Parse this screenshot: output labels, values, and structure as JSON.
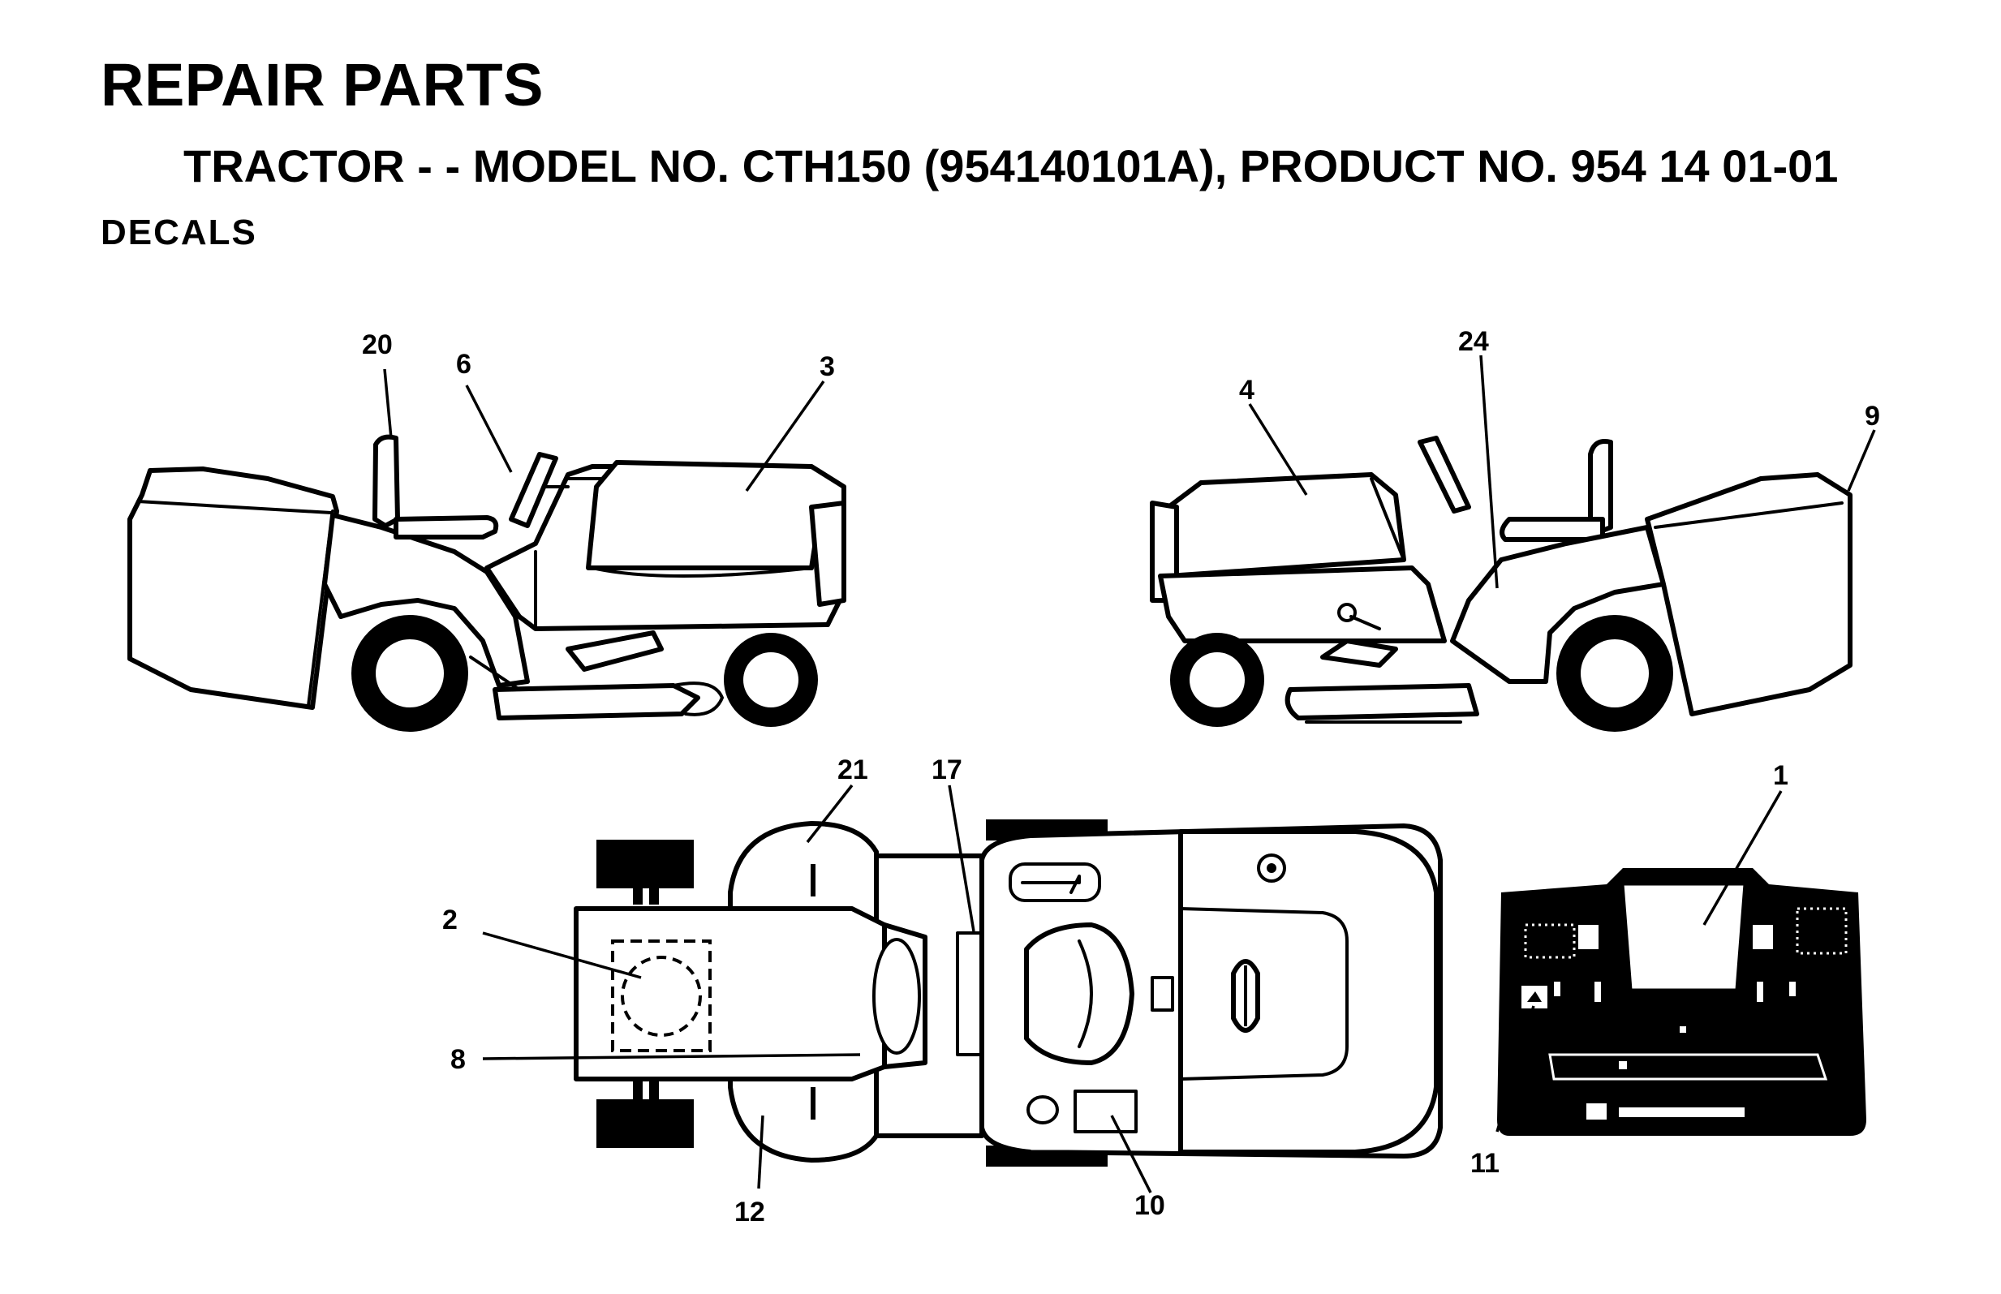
{
  "header": {
    "title": "REPAIR PARTS",
    "subtitle": "TRACTOR - - MODEL NO. CTH150 (954140101A), PRODUCT NO. 954 14 01-01",
    "section": "DECALS"
  },
  "callouts": {
    "c20": "20",
    "c6": "6",
    "c3": "3",
    "c4": "4",
    "c24": "24",
    "c9": "9",
    "c21": "21",
    "c17": "17",
    "c1": "1",
    "c2": "2",
    "c8": "8",
    "c12": "12",
    "c10": "10",
    "c11": "11"
  }
}
